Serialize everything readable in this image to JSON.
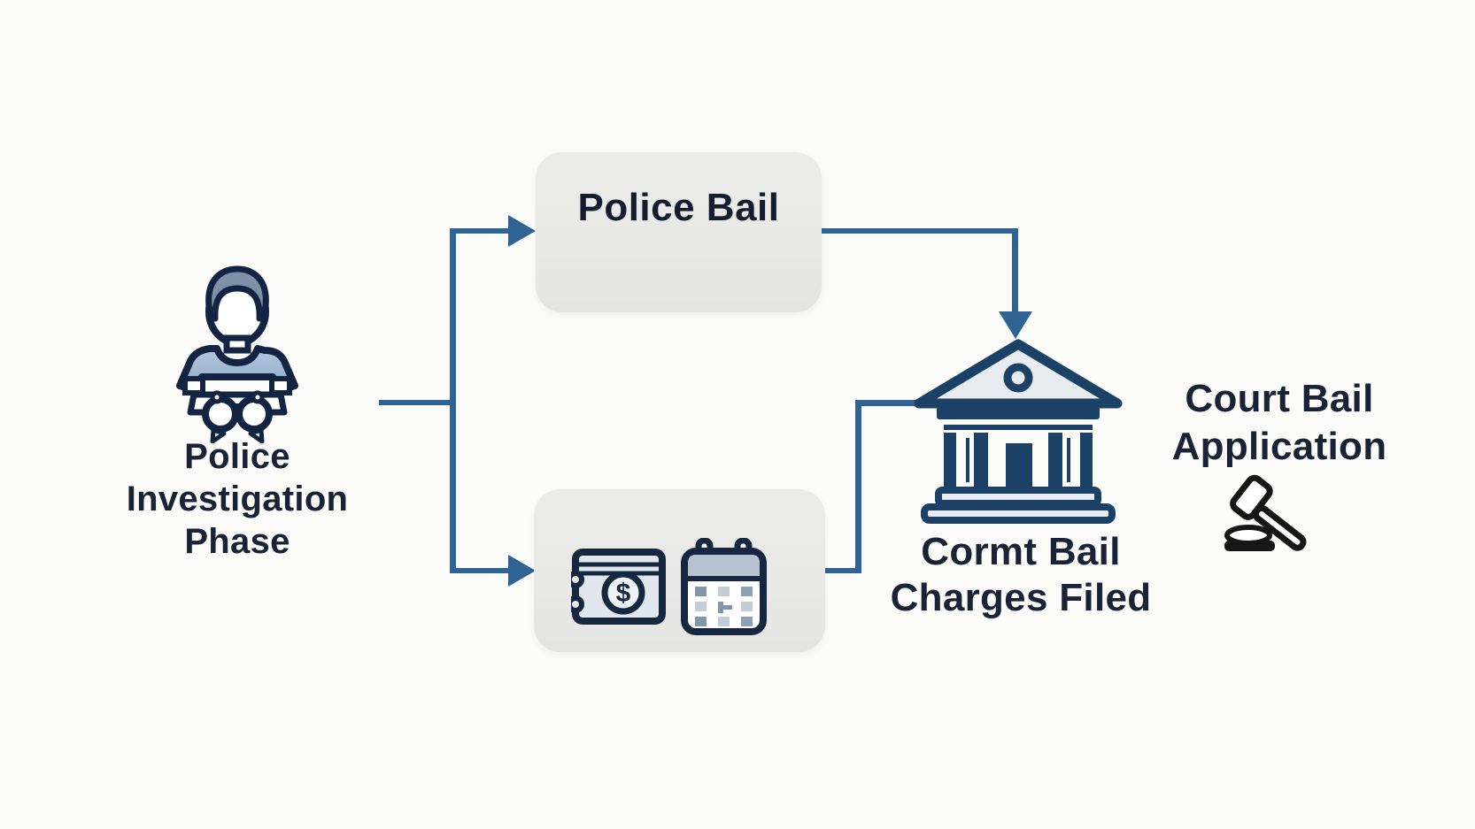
{
  "diagram": {
    "background": "#fbfbf9",
    "edge_color": "#2f6394",
    "node_fill": "#e9e9e7",
    "label_color": "#1a2335",
    "icon_navy": "#1c4166",
    "gavel_black": "#161616"
  },
  "nodes": {
    "investigation": {
      "icon": "arrested-person-icon",
      "label_line1": "Police",
      "label_line2": "Investigation",
      "label_line3": "Phase"
    },
    "police_bail": {
      "label": "Police Bail"
    },
    "bail_terms": {
      "icons": [
        "banknote-icon",
        "calendar-icon"
      ],
      "currency_symbol": "$"
    },
    "charges_filed": {
      "icon": "courthouse-icon",
      "label_line1": "Cormt Bail",
      "label_line2": "Charges Filed"
    },
    "court_application": {
      "icon": "gavel-icon",
      "label_line1": "Court Bail",
      "label_line2": "Application"
    }
  }
}
